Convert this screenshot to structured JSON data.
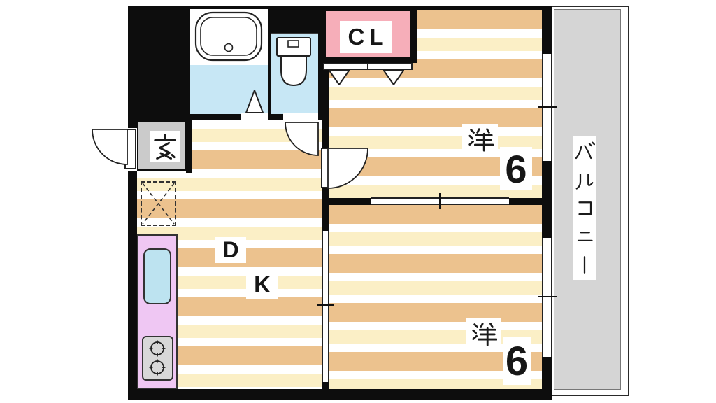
{
  "floor_plan": {
    "labels": {
      "entrance": "玄",
      "dk_d": "D",
      "dk_k": "K",
      "closet": "CL",
      "western_room_upper": "洋",
      "western_room_upper_size": "6",
      "western_room_lower": "洋",
      "western_room_lower_size": "6",
      "balcony": "バルコニー"
    },
    "fixtures": {
      "bathtub": "bathtub",
      "toilet": "toilet",
      "kitchen_sink": "kitchen-sink",
      "gas_stove": "two-burner-stove",
      "refrigerator_space": "refrigerator-space",
      "closet_doors": "bifold-closet-doors",
      "entrance_door": "entrance-swing-door",
      "bath_door": "bath-folding-door",
      "toilet_door": "toilet-swing-door",
      "room_door": "room-swing-door",
      "partition_rooms": "sliding-partition",
      "partition_dk": "sliding-partition",
      "window_upper": "balcony-window",
      "window_lower": "balcony-window"
    },
    "colors": {
      "wall": "#0d0d0d",
      "floor_tan": "#ecc28e",
      "floor_cream": "#fbefc6",
      "water_blue": "#c7e7f5",
      "sink_blue": "#bde3f0",
      "closet_pink": "#f6aeb9",
      "kitchen_lavender": "#efc7f3",
      "entrance_gray": "#cbcbcb",
      "balcony_gray": "#d5d5d5"
    }
  }
}
